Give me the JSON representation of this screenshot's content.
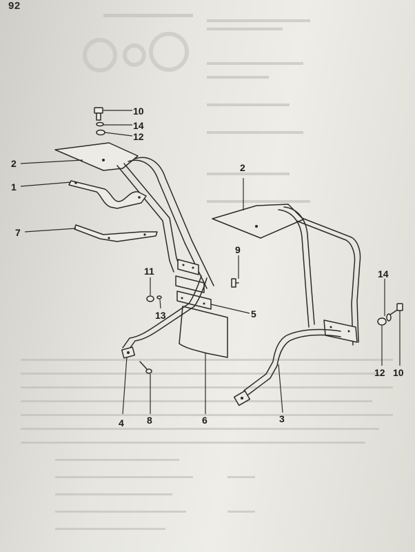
{
  "page_number": "92",
  "callouts": {
    "c10a": "10",
    "c14a": "14",
    "c12a": "12",
    "c2a": "2",
    "c1": "1",
    "c7": "7",
    "c2b": "2",
    "c9": "9",
    "c11": "11",
    "c13": "13",
    "c5": "5",
    "c14b": "14",
    "c12b": "12",
    "c10b": "10",
    "c4": "4",
    "c8": "8",
    "c6": "6",
    "c3": "3"
  }
}
